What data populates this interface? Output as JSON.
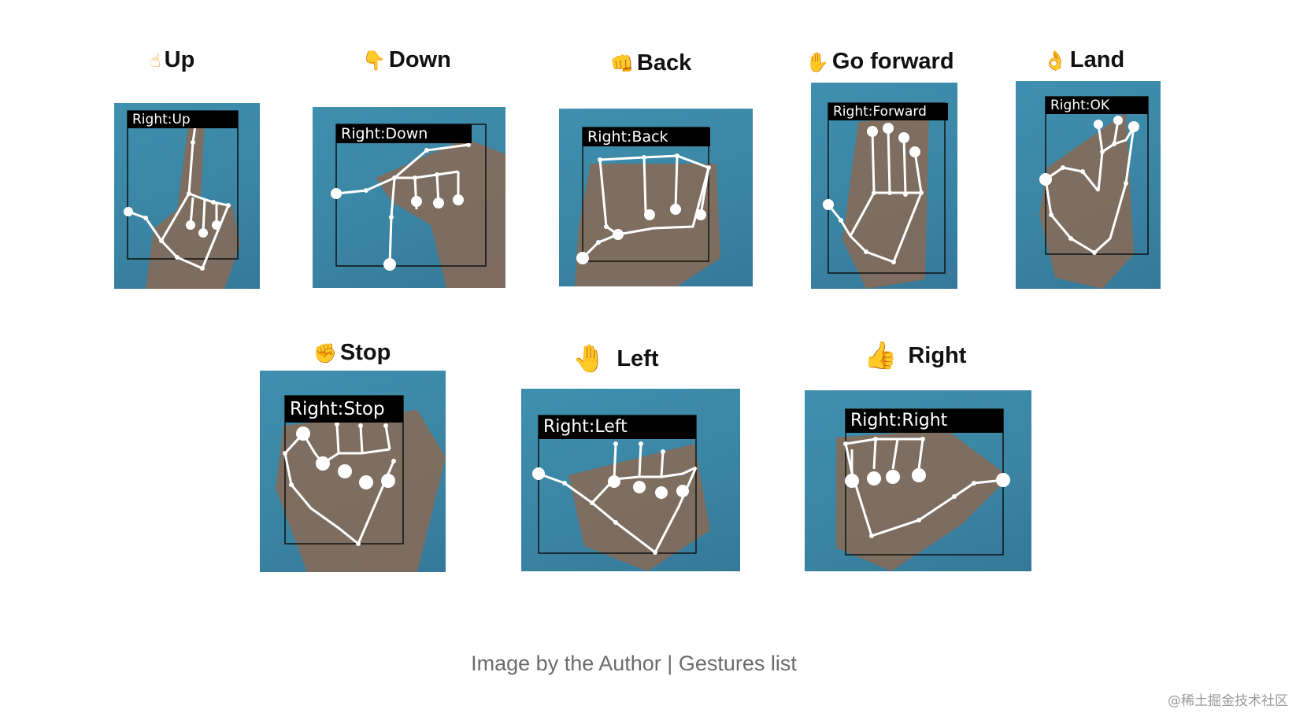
{
  "gestures": [
    {
      "title": "Up",
      "emoji": "☝",
      "label": "Right:Up"
    },
    {
      "title": "Down",
      "emoji": "👇",
      "label": "Right:Down"
    },
    {
      "title": "Back",
      "emoji": "👊",
      "label": "Right:Back"
    },
    {
      "title": "Go forward",
      "emoji": "✋",
      "label": "Right:Forward"
    },
    {
      "title": "Land",
      "emoji": "👌",
      "label": "Right:OK"
    },
    {
      "title": "Stop",
      "emoji": "✊",
      "label": "Right:Stop"
    },
    {
      "title": "Left",
      "emoji": "🤚",
      "label": "Right:Left"
    },
    {
      "title": "Right",
      "emoji": "👍",
      "label": "Right:Right"
    }
  ],
  "caption": "Image by the Author | Gestures list",
  "watermark": "@稀土掘金技术社区",
  "colors": {
    "photo_background": "#3a84a3",
    "skin": "#8a6a55",
    "landmark": "#ffffff",
    "tip_highlight": "#6ee07a"
  }
}
